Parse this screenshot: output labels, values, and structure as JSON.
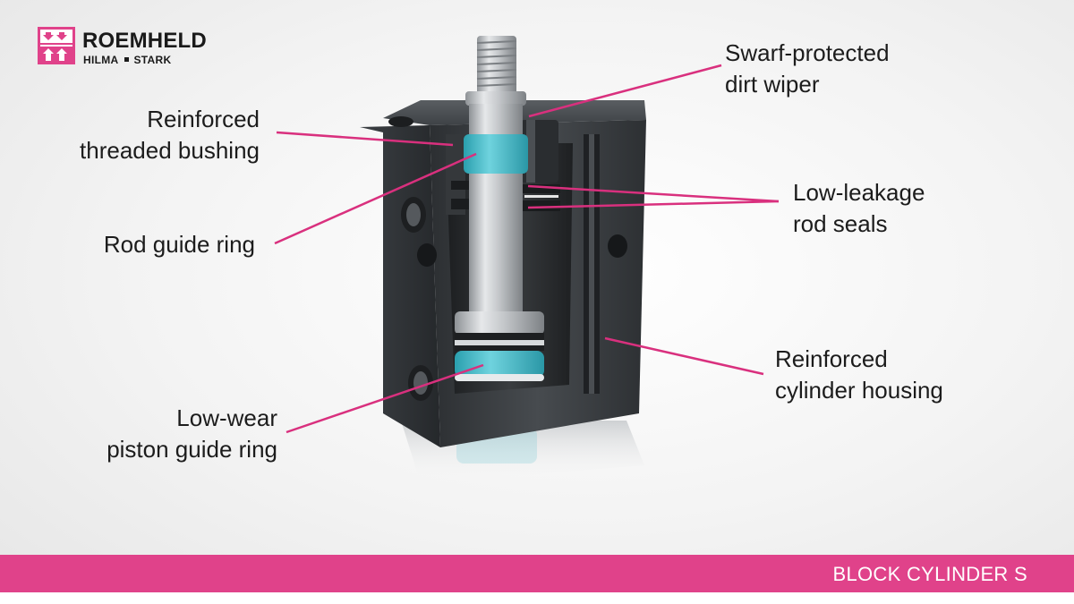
{
  "brand": {
    "name": "ROEMHELD",
    "sub_left": "HILMA",
    "sub_right": "STARK",
    "color": "#e0428a"
  },
  "labels": {
    "dirt_wiper": [
      "Swarf-protected",
      "dirt wiper"
    ],
    "bushing": [
      "Reinforced",
      "threaded bushing"
    ],
    "rod_seals": [
      "Low-leakage",
      "rod seals"
    ],
    "rod_guide": [
      "Rod guide ring"
    ],
    "housing": [
      "Reinforced",
      "cylinder housing"
    ],
    "piston_guide": [
      "Low-wear",
      "piston guide ring"
    ]
  },
  "footer": {
    "title": "BLOCK CYLINDER S",
    "color": "#e0428a"
  },
  "colors": {
    "leader": "#d9307e",
    "guide_ring": "#3fb8c6",
    "housing": "#3a3d40",
    "rod": "#c9ccce"
  }
}
